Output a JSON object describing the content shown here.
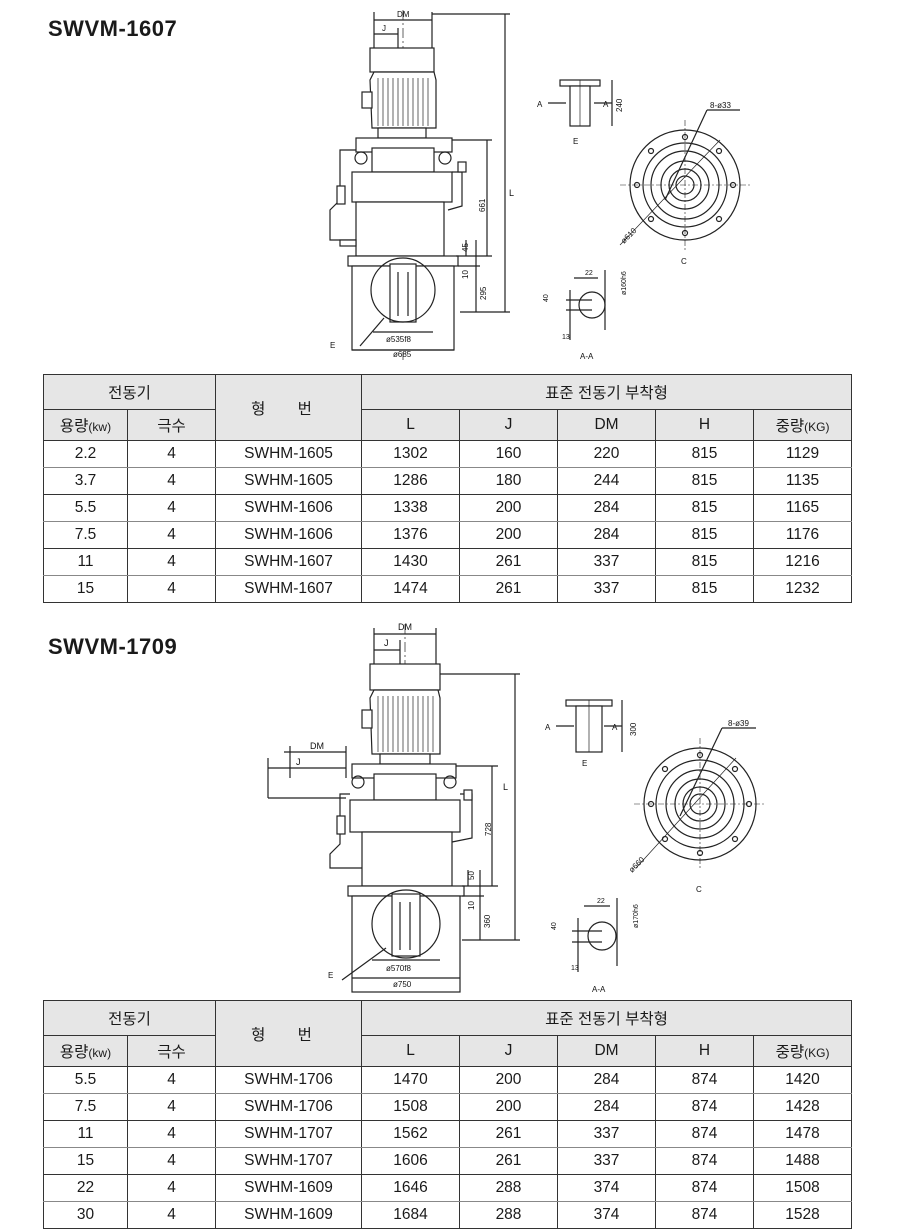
{
  "sections": [
    {
      "title": "SWVM-1607",
      "dims": {
        "dm": "DM",
        "j": "J",
        "l": "L",
        "h661": "661",
        "h45": "45",
        "h10": "10",
        "h295": "295",
        "base_inner": "ø535f8",
        "base_outer": "ø685",
        "e": "E",
        "e_view": "E",
        "a": "A",
        "e_h": "240",
        "bolt": "8-ø33",
        "flange": "ø610",
        "c": "C",
        "shaft_22": "22",
        "shaft_dia": "ø160h6",
        "shaft_40": "40",
        "shaft_13": "13",
        "aa": "A-A"
      },
      "table": {
        "motor_group": "전동기",
        "model_header": "형 번",
        "standard_group": "표준 전동기 부착형",
        "capacity_header": "용량",
        "capacity_unit": "(kw)",
        "poles_header": "극수",
        "l_header": "L",
        "j_header": "J",
        "dm_header": "DM",
        "h_header": "H",
        "weight_header": "중량",
        "weight_unit": "(KG)",
        "rows": [
          {
            "capacity": "2.2",
            "poles": "4",
            "model": "SWHM-1605",
            "l": "1302",
            "j": "160",
            "dm": "220",
            "h": "815",
            "weight": "1129"
          },
          {
            "capacity": "3.7",
            "poles": "4",
            "model": "SWHM-1605",
            "l": "1286",
            "j": "180",
            "dm": "244",
            "h": "815",
            "weight": "1135"
          },
          {
            "capacity": "5.5",
            "poles": "4",
            "model": "SWHM-1606",
            "l": "1338",
            "j": "200",
            "dm": "284",
            "h": "815",
            "weight": "1165"
          },
          {
            "capacity": "7.5",
            "poles": "4",
            "model": "SWHM-1606",
            "l": "1376",
            "j": "200",
            "dm": "284",
            "h": "815",
            "weight": "1176"
          },
          {
            "capacity": "11",
            "poles": "4",
            "model": "SWHM-1607",
            "l": "1430",
            "j": "261",
            "dm": "337",
            "h": "815",
            "weight": "1216"
          },
          {
            "capacity": "15",
            "poles": "4",
            "model": "SWHM-1607",
            "l": "1474",
            "j": "261",
            "dm": "337",
            "h": "815",
            "weight": "1232"
          }
        ]
      }
    },
    {
      "title": "SWVM-1709",
      "dims": {
        "dm": "DM",
        "j": "J",
        "dm2": "DM",
        "j2": "J",
        "l": "L",
        "h728": "728",
        "h50": "50",
        "h10": "10",
        "h360": "360",
        "base_inner": "ø570f8",
        "base_outer": "ø750",
        "e": "E",
        "e_view": "E",
        "a": "A",
        "e_h": "300",
        "bolt": "8-ø39",
        "flange": "ø660",
        "c": "C",
        "shaft_22": "22",
        "shaft_dia": "ø170h6",
        "shaft_40": "40",
        "shaft_13": "13",
        "aa": "A-A"
      },
      "table": {
        "motor_group": "전동기",
        "model_header": "형 번",
        "standard_group": "표준 전동기 부착형",
        "capacity_header": "용량",
        "capacity_unit": "(kw)",
        "poles_header": "극수",
        "l_header": "L",
        "j_header": "J",
        "dm_header": "DM",
        "h_header": "H",
        "weight_header": "중량",
        "weight_unit": "(KG)",
        "rows": [
          {
            "capacity": "5.5",
            "poles": "4",
            "model": "SWHM-1706",
            "l": "1470",
            "j": "200",
            "dm": "284",
            "h": "874",
            "weight": "1420"
          },
          {
            "capacity": "7.5",
            "poles": "4",
            "model": "SWHM-1706",
            "l": "1508",
            "j": "200",
            "dm": "284",
            "h": "874",
            "weight": "1428"
          },
          {
            "capacity": "11",
            "poles": "4",
            "model": "SWHM-1707",
            "l": "1562",
            "j": "261",
            "dm": "337",
            "h": "874",
            "weight": "1478"
          },
          {
            "capacity": "15",
            "poles": "4",
            "model": "SWHM-1707",
            "l": "1606",
            "j": "261",
            "dm": "337",
            "h": "874",
            "weight": "1488"
          },
          {
            "capacity": "22",
            "poles": "4",
            "model": "SWHM-1609",
            "l": "1646",
            "j": "288",
            "dm": "374",
            "h": "874",
            "weight": "1508"
          },
          {
            "capacity": "30",
            "poles": "4",
            "model": "SWHM-1609",
            "l": "1684",
            "j": "288",
            "dm": "374",
            "h": "874",
            "weight": "1528"
          }
        ]
      }
    }
  ]
}
